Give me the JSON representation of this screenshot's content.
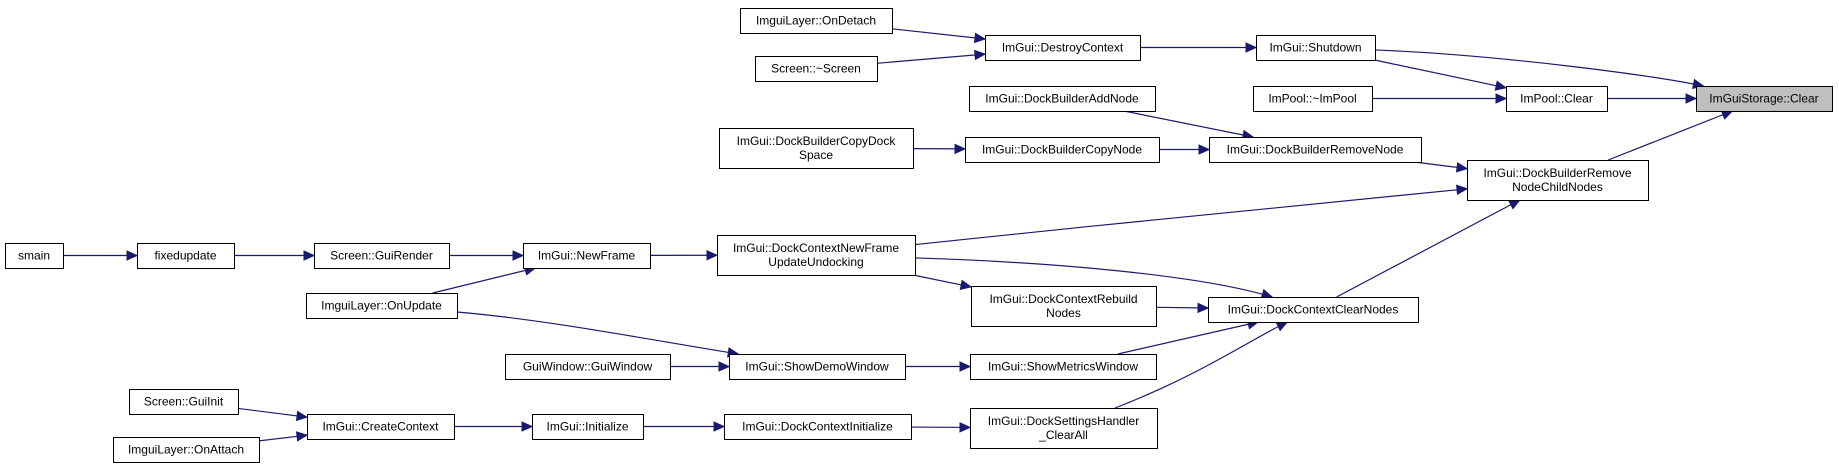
{
  "graph": {
    "nodes": [
      {
        "id": "smain",
        "lines": [
          "smain"
        ]
      },
      {
        "id": "fixedupdate",
        "lines": [
          "fixedupdate"
        ]
      },
      {
        "id": "gui_render",
        "lines": [
          "Screen::GuiRender"
        ]
      },
      {
        "id": "new_frame",
        "lines": [
          "ImGui::NewFrame"
        ]
      },
      {
        "id": "imgui_on_update",
        "lines": [
          "ImguiLayer::OnUpdate"
        ]
      },
      {
        "id": "dock_ctx_newframe",
        "lines": [
          "ImGui::DockContextNewFrame",
          "UpdateUndocking"
        ]
      },
      {
        "id": "imgui_on_detach",
        "lines": [
          "ImguiLayer::OnDetach"
        ]
      },
      {
        "id": "screen_dtor",
        "lines": [
          "Screen::~Screen"
        ]
      },
      {
        "id": "destroy_context",
        "lines": [
          "ImGui::DestroyContext"
        ]
      },
      {
        "id": "shutdown",
        "lines": [
          "ImGui::Shutdown"
        ]
      },
      {
        "id": "impool_dtor",
        "lines": [
          "ImPool::~ImPool"
        ]
      },
      {
        "id": "impool_clear",
        "lines": [
          "ImPool::Clear"
        ]
      },
      {
        "id": "storage_clear",
        "lines": [
          "ImGuiStorage::Clear"
        ],
        "root": true
      },
      {
        "id": "dock_add_node",
        "lines": [
          "ImGui::DockBuilderAddNode"
        ]
      },
      {
        "id": "dock_copy_dockspace",
        "lines": [
          "ImGui::DockBuilderCopyDock",
          "Space"
        ]
      },
      {
        "id": "dock_copy_node",
        "lines": [
          "ImGui::DockBuilderCopyNode"
        ]
      },
      {
        "id": "dock_remove_node",
        "lines": [
          "ImGui::DockBuilderRemoveNode"
        ]
      },
      {
        "id": "dock_remove_child",
        "lines": [
          "ImGui::DockBuilderRemove",
          "NodeChildNodes"
        ]
      },
      {
        "id": "dock_ctx_rebuild",
        "lines": [
          "ImGui::DockContextRebuild",
          "Nodes"
        ]
      },
      {
        "id": "dock_ctx_clear",
        "lines": [
          "ImGui::DockContextClearNodes"
        ]
      },
      {
        "id": "gui_window",
        "lines": [
          "GuiWindow::GuiWindow"
        ]
      },
      {
        "id": "show_demo",
        "lines": [
          "ImGui::ShowDemoWindow"
        ]
      },
      {
        "id": "show_metrics",
        "lines": [
          "ImGui::ShowMetricsWindow"
        ]
      },
      {
        "id": "screen_guiinit",
        "lines": [
          "Screen::GuiInit"
        ]
      },
      {
        "id": "imgui_on_attach",
        "lines": [
          "ImguiLayer::OnAttach"
        ]
      },
      {
        "id": "create_context",
        "lines": [
          "ImGui::CreateContext"
        ]
      },
      {
        "id": "initialize",
        "lines": [
          "ImGui::Initialize"
        ]
      },
      {
        "id": "dock_ctx_init",
        "lines": [
          "ImGui::DockContextInitialize"
        ]
      },
      {
        "id": "dock_settings_clear",
        "lines": [
          "ImGui::DockSettingsHandler",
          "_ClearAll"
        ]
      }
    ],
    "edges": [
      {
        "from": "smain",
        "to": "fixedupdate"
      },
      {
        "from": "fixedupdate",
        "to": "gui_render"
      },
      {
        "from": "gui_render",
        "to": "new_frame"
      },
      {
        "from": "imgui_on_update",
        "to": "new_frame"
      },
      {
        "from": "new_frame",
        "to": "dock_ctx_newframe"
      },
      {
        "from": "imgui_on_detach",
        "to": "destroy_context"
      },
      {
        "from": "screen_dtor",
        "to": "destroy_context"
      },
      {
        "from": "destroy_context",
        "to": "shutdown"
      },
      {
        "from": "shutdown",
        "to": "storage_clear"
      },
      {
        "from": "shutdown",
        "to": "impool_clear"
      },
      {
        "from": "impool_dtor",
        "to": "impool_clear"
      },
      {
        "from": "impool_clear",
        "to": "storage_clear"
      },
      {
        "from": "dock_add_node",
        "to": "dock_remove_node"
      },
      {
        "from": "dock_copy_dockspace",
        "to": "dock_copy_node"
      },
      {
        "from": "dock_copy_node",
        "to": "dock_remove_node"
      },
      {
        "from": "dock_remove_node",
        "to": "dock_remove_child"
      },
      {
        "from": "dock_remove_child",
        "to": "storage_clear"
      },
      {
        "from": "dock_ctx_newframe",
        "to": "dock_remove_child"
      },
      {
        "from": "dock_ctx_newframe",
        "to": "dock_ctx_clear"
      },
      {
        "from": "dock_ctx_newframe",
        "to": "dock_ctx_rebuild"
      },
      {
        "from": "dock_ctx_rebuild",
        "to": "dock_ctx_clear"
      },
      {
        "from": "dock_ctx_clear",
        "to": "dock_remove_child"
      },
      {
        "from": "imgui_on_update",
        "to": "show_demo"
      },
      {
        "from": "gui_window",
        "to": "show_demo"
      },
      {
        "from": "show_demo",
        "to": "show_metrics"
      },
      {
        "from": "show_metrics",
        "to": "dock_ctx_clear"
      },
      {
        "from": "screen_guiinit",
        "to": "create_context"
      },
      {
        "from": "imgui_on_attach",
        "to": "create_context"
      },
      {
        "from": "create_context",
        "to": "initialize"
      },
      {
        "from": "initialize",
        "to": "dock_ctx_init"
      },
      {
        "from": "dock_ctx_init",
        "to": "dock_settings_clear"
      },
      {
        "from": "dock_settings_clear",
        "to": "dock_ctx_clear"
      }
    ]
  },
  "colors": {
    "edge": "#191970",
    "node_border": "#000000",
    "node_fill": "#ffffff",
    "root_fill": "#bfbfbf"
  }
}
